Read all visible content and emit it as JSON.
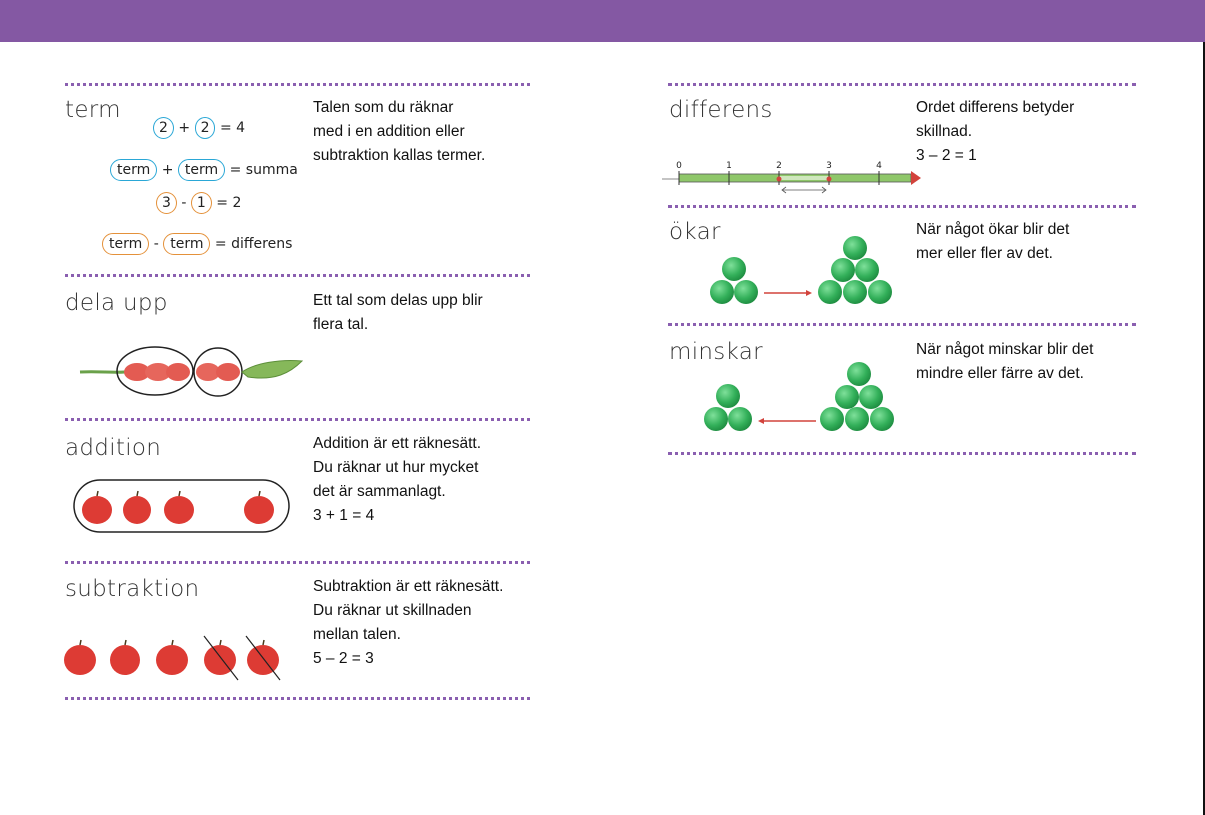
{
  "header": {
    "color": "#8458a3"
  },
  "dot_color": "#8a5fb0",
  "entries": {
    "term": {
      "word": "term",
      "lines": [
        "Talen som du räknar",
        "med i en addition eller",
        "subtraktion kallas termer."
      ],
      "example": {
        "row1": {
          "a": "2",
          "op": "+",
          "b": "2",
          "eq": "= 4"
        },
        "row2": {
          "a": "term",
          "op": "+",
          "b": "term",
          "eq": "= summa"
        },
        "row3": {
          "a": "3",
          "op": "-",
          "b": "1",
          "eq": "= 2"
        },
        "row4": {
          "a": "term",
          "op": "-",
          "b": "term",
          "eq": "= differens"
        }
      }
    },
    "dela_upp": {
      "word": "dela upp",
      "lines": [
        "Ett tal som delas upp blir",
        "flera tal."
      ]
    },
    "addition": {
      "word": "addition",
      "lines": [
        "Addition är ett räknesätt.",
        "Du räknar ut hur mycket",
        "det är sammanlagt.",
        "3 + 1 = 4"
      ]
    },
    "subtraktion": {
      "word": "subtraktion",
      "lines": [
        "Subtraktion är ett räknesätt.",
        "Du räknar ut skillnaden",
        "mellan talen.",
        "5 – 2 = 3"
      ]
    },
    "differens": {
      "word": "differens",
      "lines": [
        "Ordet differens betyder",
        "skillnad.",
        "3 – 2 = 1"
      ],
      "numberline": {
        "ticks": [
          "0",
          "1",
          "2",
          "3",
          "4"
        ],
        "marked": [
          2,
          3
        ]
      }
    },
    "okar": {
      "word": "ökar",
      "lines": [
        "När något ökar blir det",
        "mer eller fler av det."
      ],
      "from_count": 3,
      "to_count": 6
    },
    "minskar": {
      "word": "minskar",
      "lines": [
        "När något minskar blir det",
        "mindre eller färre av det."
      ],
      "from_count": 6,
      "to_count": 3
    }
  }
}
